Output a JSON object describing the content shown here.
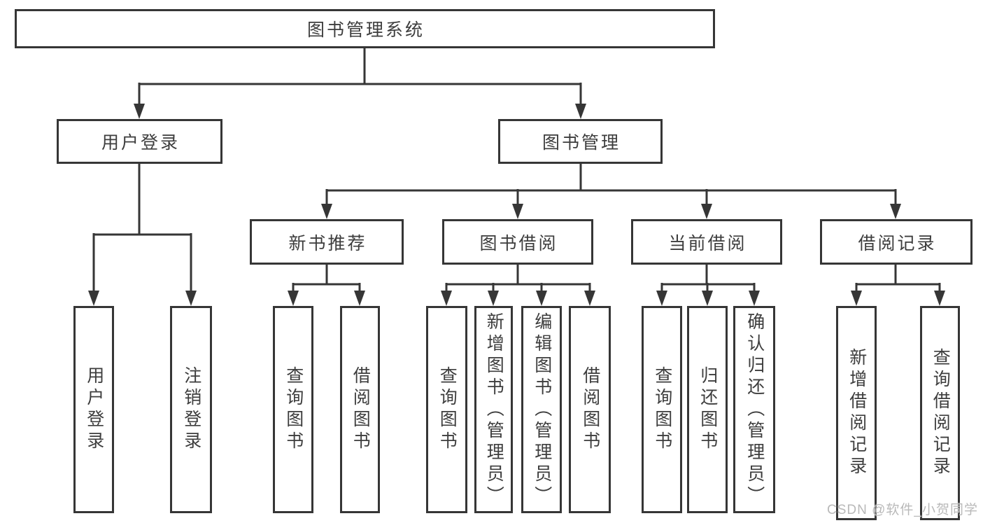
{
  "colors": {
    "line": "#363636",
    "box_border": "#363636",
    "text": "#3d3d3d",
    "watermark": "#b9b9b9",
    "background": "#ffffff"
  },
  "root": {
    "label": "图书管理系统"
  },
  "level1": [
    {
      "label": "用户登录",
      "children": [
        "用户登录",
        "注销登录"
      ]
    },
    {
      "label": "图书管理"
    }
  ],
  "level2": [
    {
      "label": "新书推荐",
      "children": [
        "查询图书",
        "借阅图书"
      ]
    },
    {
      "label": "图书借阅",
      "children": [
        "查询图书",
        "新增图书（管理员）",
        "编辑图书（管理员）",
        "借阅图书"
      ]
    },
    {
      "label": "当前借阅",
      "children": [
        "查询图书",
        "归还图书",
        "确认归还（管理员）"
      ]
    },
    {
      "label": "借阅记录",
      "children": [
        "新增借阅记录",
        "查询借阅记录"
      ]
    }
  ],
  "watermark": "CSDN @软件_小贺同学"
}
